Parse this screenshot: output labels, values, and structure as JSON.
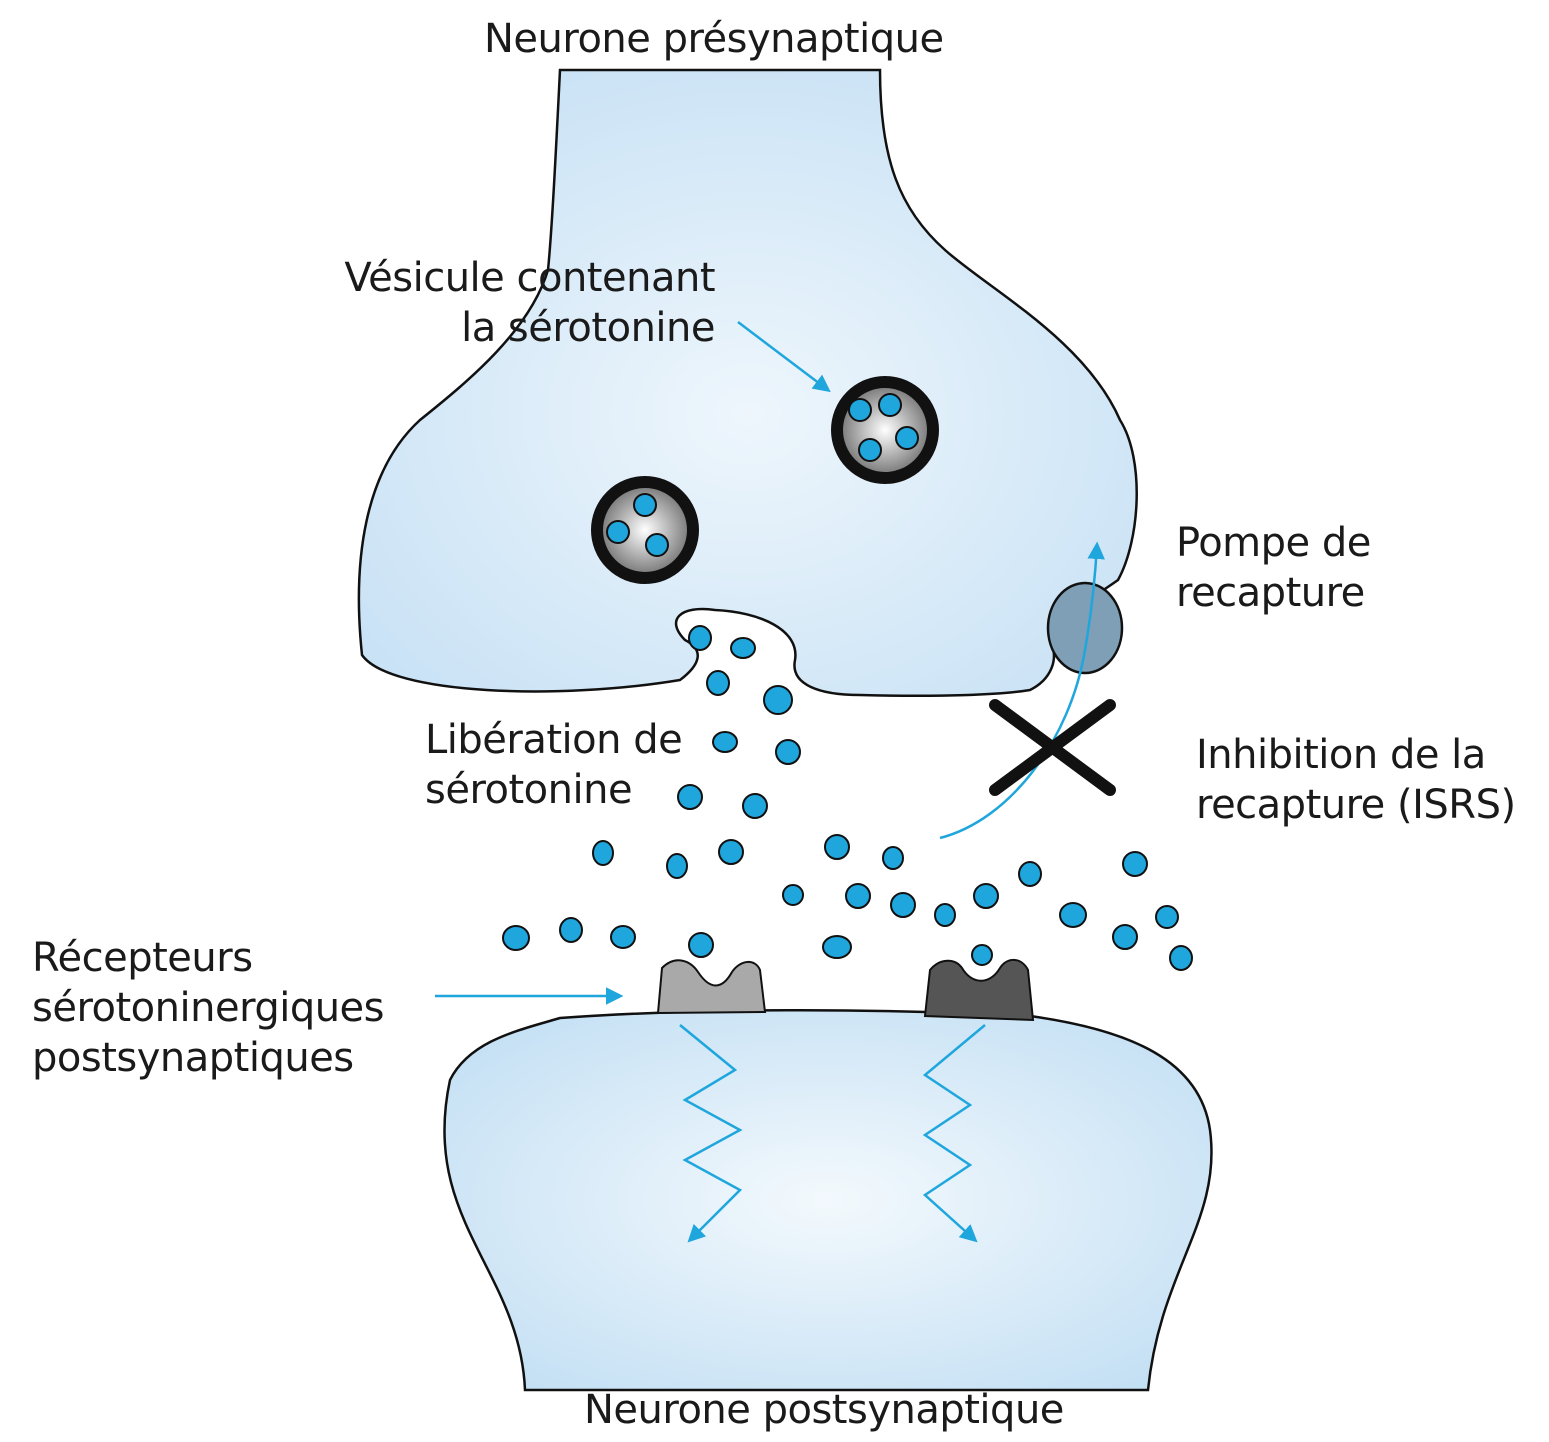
{
  "labels": {
    "presynaptic": "Neurone présynaptique",
    "vesicle": [
      "Vésicule contenant",
      "la sérotonine"
    ],
    "pump": [
      "Pompe de",
      "recapture"
    ],
    "release": [
      "Libération de",
      "sérotonine"
    ],
    "inhibition": [
      "Inhibition de la",
      "recapture (ISRS)"
    ],
    "receptors": [
      "Récepteurs",
      "sérotoninergiques",
      "postsynaptiques"
    ],
    "postsynaptic": "Neurone postsynaptique"
  },
  "colors": {
    "neuron_fill": "#cfe6f7",
    "neuron_fill_light": "#eef6fc",
    "serotonin": "#1fa6dd",
    "arrow": "#1fa6dd",
    "pump": "#7f9fb6",
    "receptor_light": "#a9a9a9",
    "receptor_dark": "#555555",
    "outline": "#111111"
  }
}
